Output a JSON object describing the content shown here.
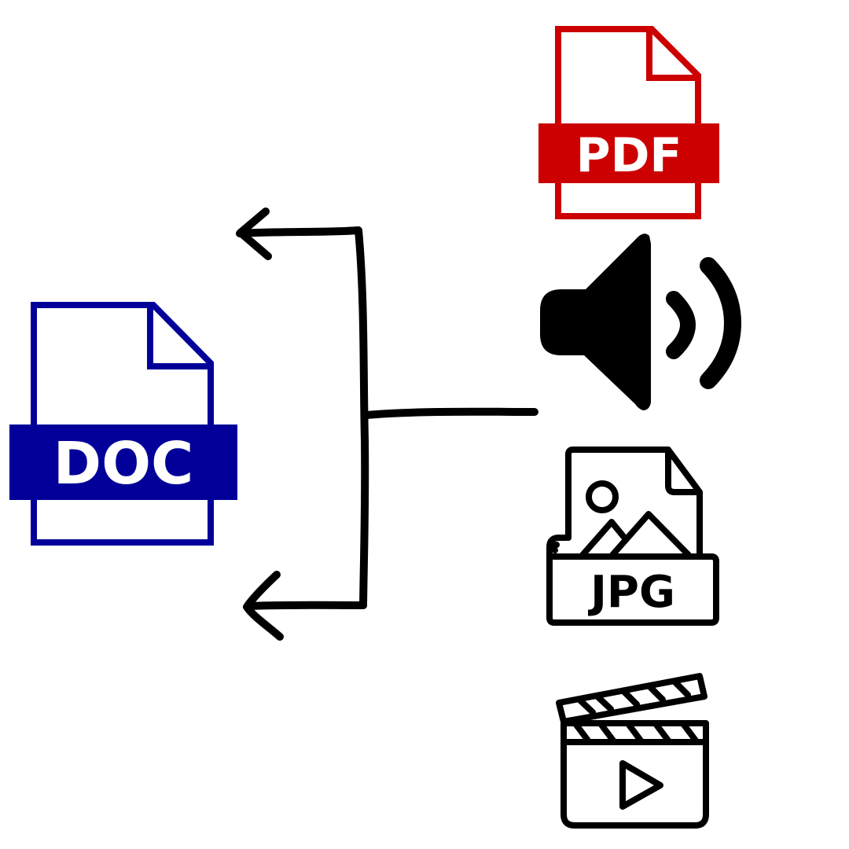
{
  "files": {
    "doc": {
      "label": "DOC",
      "color": "#020099",
      "icon": "doc-file-icon"
    },
    "pdf": {
      "label": "PDF",
      "color": "#cc0000",
      "icon": "pdf-file-icon"
    },
    "audio": {
      "icon": "speaker-icon",
      "color": "#000000"
    },
    "jpg": {
      "label": "JPG",
      "icon": "jpg-image-file-icon",
      "color": "#000000"
    },
    "video": {
      "icon": "video-clapperboard-icon",
      "color": "#000000"
    }
  },
  "connector": {
    "color": "#000000",
    "style": "hand-drawn bracket with two arrows pointing left"
  }
}
